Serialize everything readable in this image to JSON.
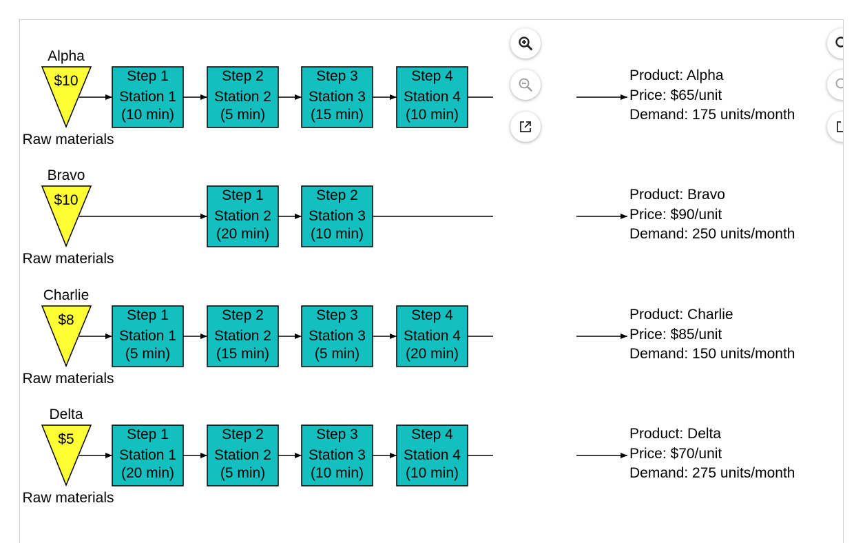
{
  "colors": {
    "station_fill": "#14bfbf",
    "material_fill": "#ffff33",
    "stroke": "#000000",
    "text": "#000000"
  },
  "raw_materials_label": "Raw materials",
  "products": [
    {
      "name": "Alpha",
      "material_cost": "$10",
      "steps": [
        {
          "step": "Step 1",
          "station": "Station 1",
          "time": "(10 min)"
        },
        {
          "step": "Step 2",
          "station": "Station 2",
          "time": "(5 min)"
        },
        {
          "step": "Step 3",
          "station": "Station 3",
          "time": "(15 min)"
        },
        {
          "step": "Step 4",
          "station": "Station 4",
          "time": "(10 min)"
        }
      ],
      "product_line": "Product: Alpha",
      "price_line": "Price: $65/unit",
      "demand_line": "Demand: 175 units/month"
    },
    {
      "name": "Bravo",
      "material_cost": "$10",
      "steps": [
        {
          "step": "Step 1",
          "station": "Station 2",
          "time": "(20 min)"
        },
        {
          "step": "Step 2",
          "station": "Station 3",
          "time": "(10 min)"
        }
      ],
      "product_line": "Product: Bravo",
      "price_line": "Price: $90/unit",
      "demand_line": "Demand: 250 units/month"
    },
    {
      "name": "Charlie",
      "material_cost": "$8",
      "steps": [
        {
          "step": "Step 1",
          "station": "Station 1",
          "time": "(5 min)"
        },
        {
          "step": "Step 2",
          "station": "Station 2",
          "time": "(15 min)"
        },
        {
          "step": "Step 3",
          "station": "Station 3",
          "time": "(5 min)"
        },
        {
          "step": "Step 4",
          "station": "Station 4",
          "time": "(20 min)"
        }
      ],
      "product_line": "Product: Charlie",
      "price_line": "Price: $85/unit",
      "demand_line": "Demand: 150 units/month"
    },
    {
      "name": "Delta",
      "material_cost": "$5",
      "steps": [
        {
          "step": "Step 1",
          "station": "Station 1",
          "time": "(20 min)"
        },
        {
          "step": "Step 2",
          "station": "Station 2",
          "time": "(5 min)"
        },
        {
          "step": "Step 3",
          "station": "Station 3",
          "time": "(10 min)"
        },
        {
          "step": "Step 4",
          "station": "Station 4",
          "time": "(10 min)"
        }
      ],
      "product_line": "Product: Delta",
      "price_line": "Price: $70/unit",
      "demand_line": "Demand: 275 units/month"
    }
  ],
  "controls": [
    {
      "name": "zoom-in-button",
      "icon": "zoom-in-icon"
    },
    {
      "name": "zoom-out-button",
      "icon": "zoom-out-icon"
    },
    {
      "name": "open-external-button",
      "icon": "external-link-icon"
    }
  ]
}
